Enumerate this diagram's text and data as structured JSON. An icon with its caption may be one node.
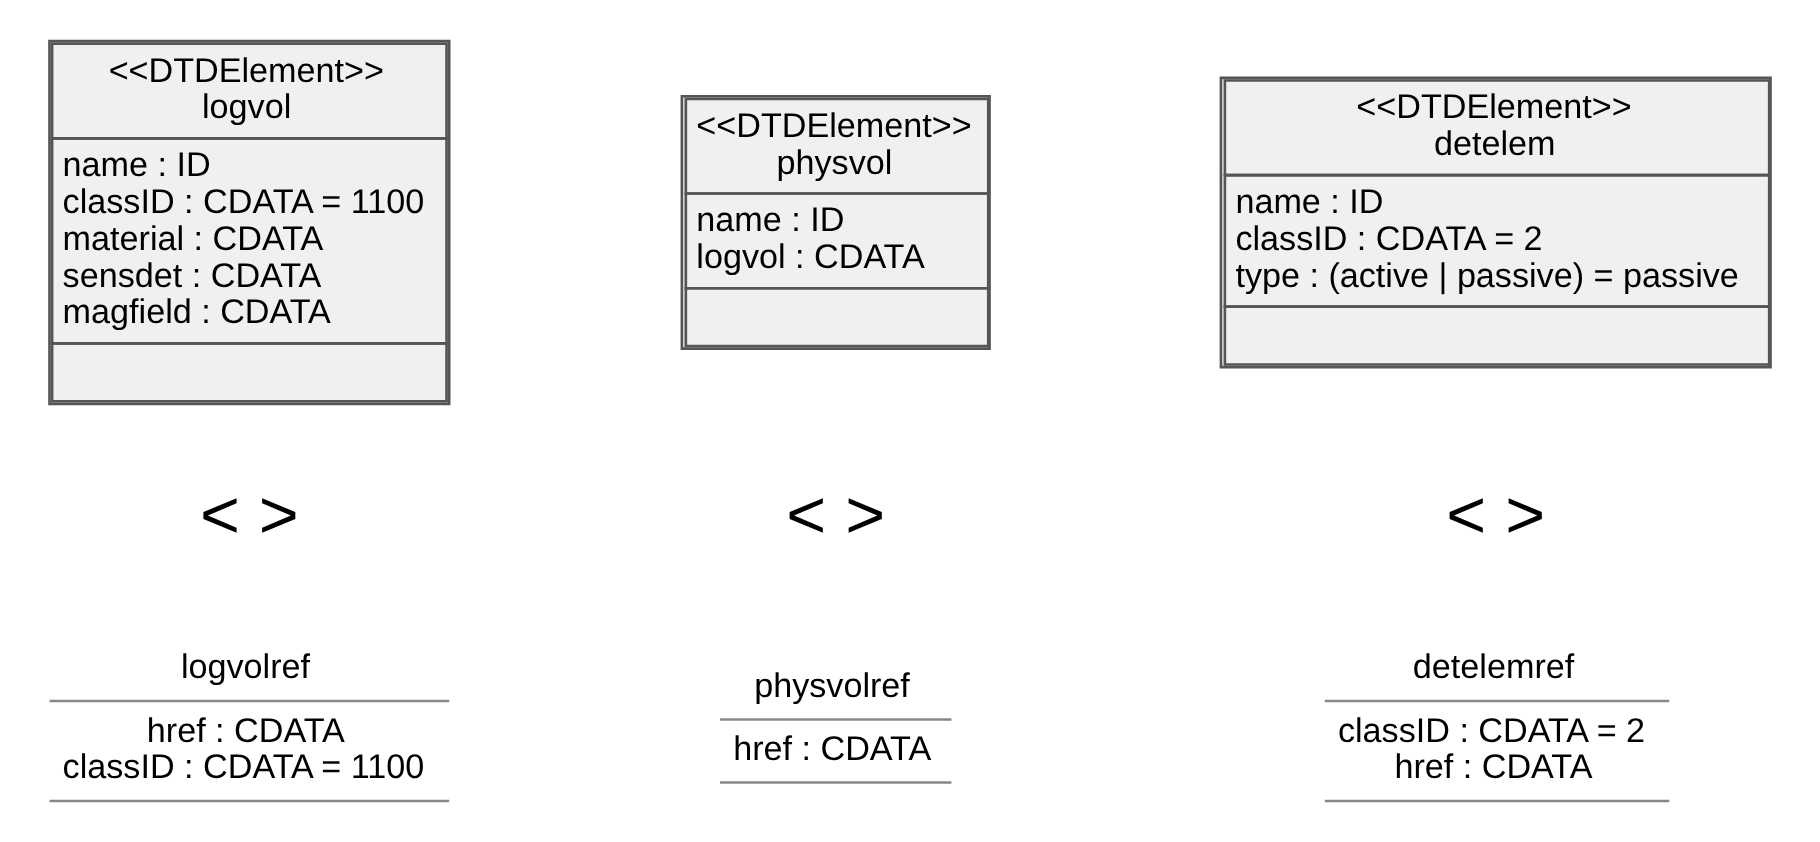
{
  "diagram": {
    "nodes": [
      {
        "text": [
          "<<DTDElement>>",
          "logvol",
          "name : ID",
          "classID : CDATA = 1100",
          "material : CDATA",
          "sensdet : CDATA",
          "magfield : CDATA"
        ]
      },
      {
        "text": [
          "<<DTDElement>>",
          "physvol",
          "name : ID",
          "logvol : CDATA"
        ]
      },
      {
        "text": [
          "<<DTDElement>>",
          "detelem",
          "name : ID",
          "classID : CDATA = 2",
          "type : (active | passive) = passive"
        ]
      },
      {
        "text": [
          "logvolref",
          "href : CDATA",
          "classID : CDATA = 1100"
        ]
      },
      {
        "text": [
          "physvolref",
          "href : CDATA"
        ]
      },
      {
        "text": [
          "detelemref",
          "classID : CDATA = 2",
          "href : CDATA"
        ]
      }
    ],
    "labels": [
      "< >",
      "< >",
      "< >"
    ]
  }
}
